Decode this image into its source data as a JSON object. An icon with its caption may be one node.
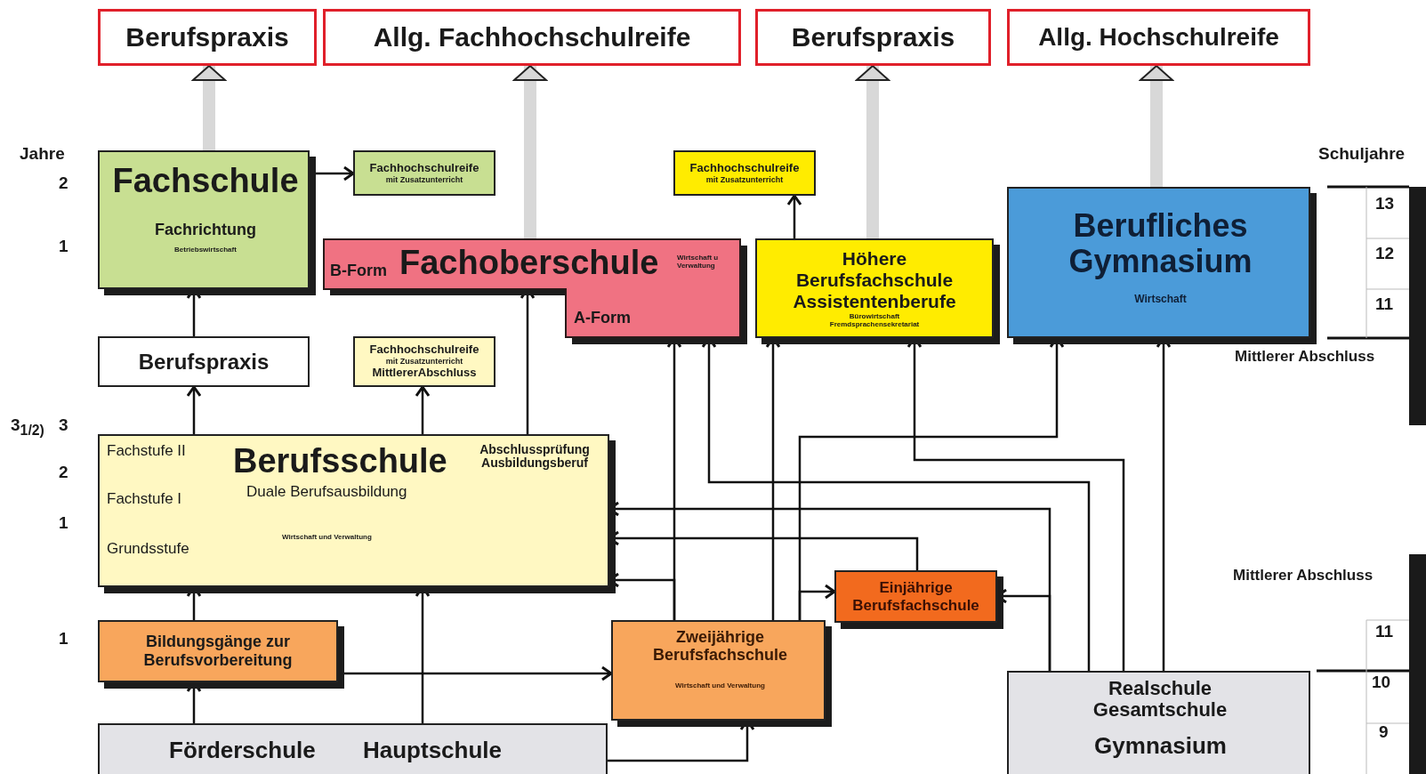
{
  "diagram": {
    "nodes": [
      {
        "text": [
          "Berufspraxis"
        ]
      },
      {
        "text": [
          "Allg. Fachhochschulreife"
        ]
      },
      {
        "text": [
          "Berufspraxis"
        ]
      },
      {
        "text": [
          "Allg. Hochschulreife"
        ]
      },
      {
        "text": [
          "Fachschule",
          "Fachrichtung",
          "Betriebswirtschaft"
        ]
      },
      {
        "text": [
          "Fachhochschulreife",
          "mit Zusatzunterricht"
        ]
      },
      {
        "text": [
          "Fachhochschulreife",
          "mit Zusatzunterricht"
        ]
      },
      {
        "text": [
          "B-Form",
          "Fachoberschule",
          "Wirtschaft u Verwaltung",
          "A-Form"
        ]
      },
      {
        "text": [
          "Höhere Berufsfachschule Assistentenberufe",
          "Bürowirtschaft Fremdsprachensekretariat"
        ]
      },
      {
        "text": [
          "Berufliches Gymnasium",
          "Wirtschaft"
        ]
      },
      {
        "text": [
          "Berufspraxis"
        ]
      },
      {
        "text": [
          "Fachhochschulreife",
          "mit Zusatzunterricht",
          "MittlererAbschluss"
        ]
      },
      {
        "text": [
          "Fachstufe II",
          "Berufsschule",
          "Abschlussprüfung Ausbildungsberuf",
          "Fachstufe I",
          "Duale Berufsausbildung",
          "Wirtschaft und Verwaltung",
          "Grundsstufe"
        ]
      },
      {
        "text": [
          "Einjährige Berufsfachschule"
        ]
      },
      {
        "text": [
          "Bildungsgänge zur Berufsvorbereitung"
        ]
      },
      {
        "text": [
          "Zweijährige Berufsfachschule",
          "Wirtschaft und Verwaltung"
        ]
      },
      {
        "text": [
          "Förderschule",
          "Hauptschule"
        ]
      },
      {
        "text": [
          "Realschule Gesamtschule",
          "Gymnasium"
        ]
      }
    ],
    "edges": [
      {
        "from": 4,
        "to": 0,
        "arrow": "to",
        "style": "thick",
        "color": "#d8d8d8"
      },
      {
        "from": 7,
        "to": 1,
        "arrow": "to",
        "style": "thick",
        "color": "#d8d8d8"
      },
      {
        "from": 8,
        "to": 2,
        "arrow": "to",
        "style": "thick",
        "color": "#d8d8d8"
      },
      {
        "from": 9,
        "to": 3,
        "arrow": "to",
        "style": "thick",
        "color": "#d8d8d8"
      },
      {
        "from": 4,
        "to": 5,
        "arrow": "to"
      },
      {
        "from": 10,
        "to": 4,
        "arrow": "to"
      },
      {
        "from": 12,
        "to": 10,
        "arrow": "to"
      },
      {
        "from": 12,
        "to": 11,
        "arrow": "to"
      },
      {
        "from": 12,
        "to": 7,
        "arrow": "to"
      },
      {
        "from": 8,
        "to": 6,
        "arrow": "to"
      },
      {
        "from": 14,
        "to": 12,
        "arrow": "to"
      },
      {
        "from": 16,
        "to": 14,
        "arrow": "to"
      },
      {
        "from": 16,
        "to": 12,
        "arrow": "to"
      },
      {
        "from": 14,
        "to": 15,
        "arrow": "to"
      },
      {
        "from": 16,
        "to": 15,
        "arrow": "to"
      },
      {
        "from": 15,
        "to": 7,
        "arrow": "to"
      },
      {
        "from": 15,
        "to": 12,
        "arrow": "to"
      },
      {
        "from": 15,
        "to": 8,
        "arrow": "to"
      },
      {
        "from": 15,
        "to": 9,
        "arrow": "to"
      },
      {
        "from": 15,
        "to": 13,
        "arrow": "to"
      },
      {
        "from": 17,
        "to": 7,
        "arrow": "to"
      },
      {
        "from": 17,
        "to": 8,
        "arrow": "to"
      },
      {
        "from": 17,
        "to": 9,
        "arrow": "to"
      },
      {
        "from": 17,
        "to": 12,
        "arrow": "to"
      },
      {
        "from": 17,
        "to": 13,
        "arrow": "to"
      },
      {
        "from": 13,
        "to": 12,
        "arrow": "to"
      }
    ],
    "labels": [
      "Jahre",
      "Schuljahre",
      "2",
      "13",
      "1",
      "12",
      "11",
      "Mittlerer Abschluss",
      "3$_{1/2)}$",
      "3",
      "2",
      "1",
      "Mittlerer Abschluss",
      "11",
      "1",
      "10",
      "9"
    ]
  }
}
